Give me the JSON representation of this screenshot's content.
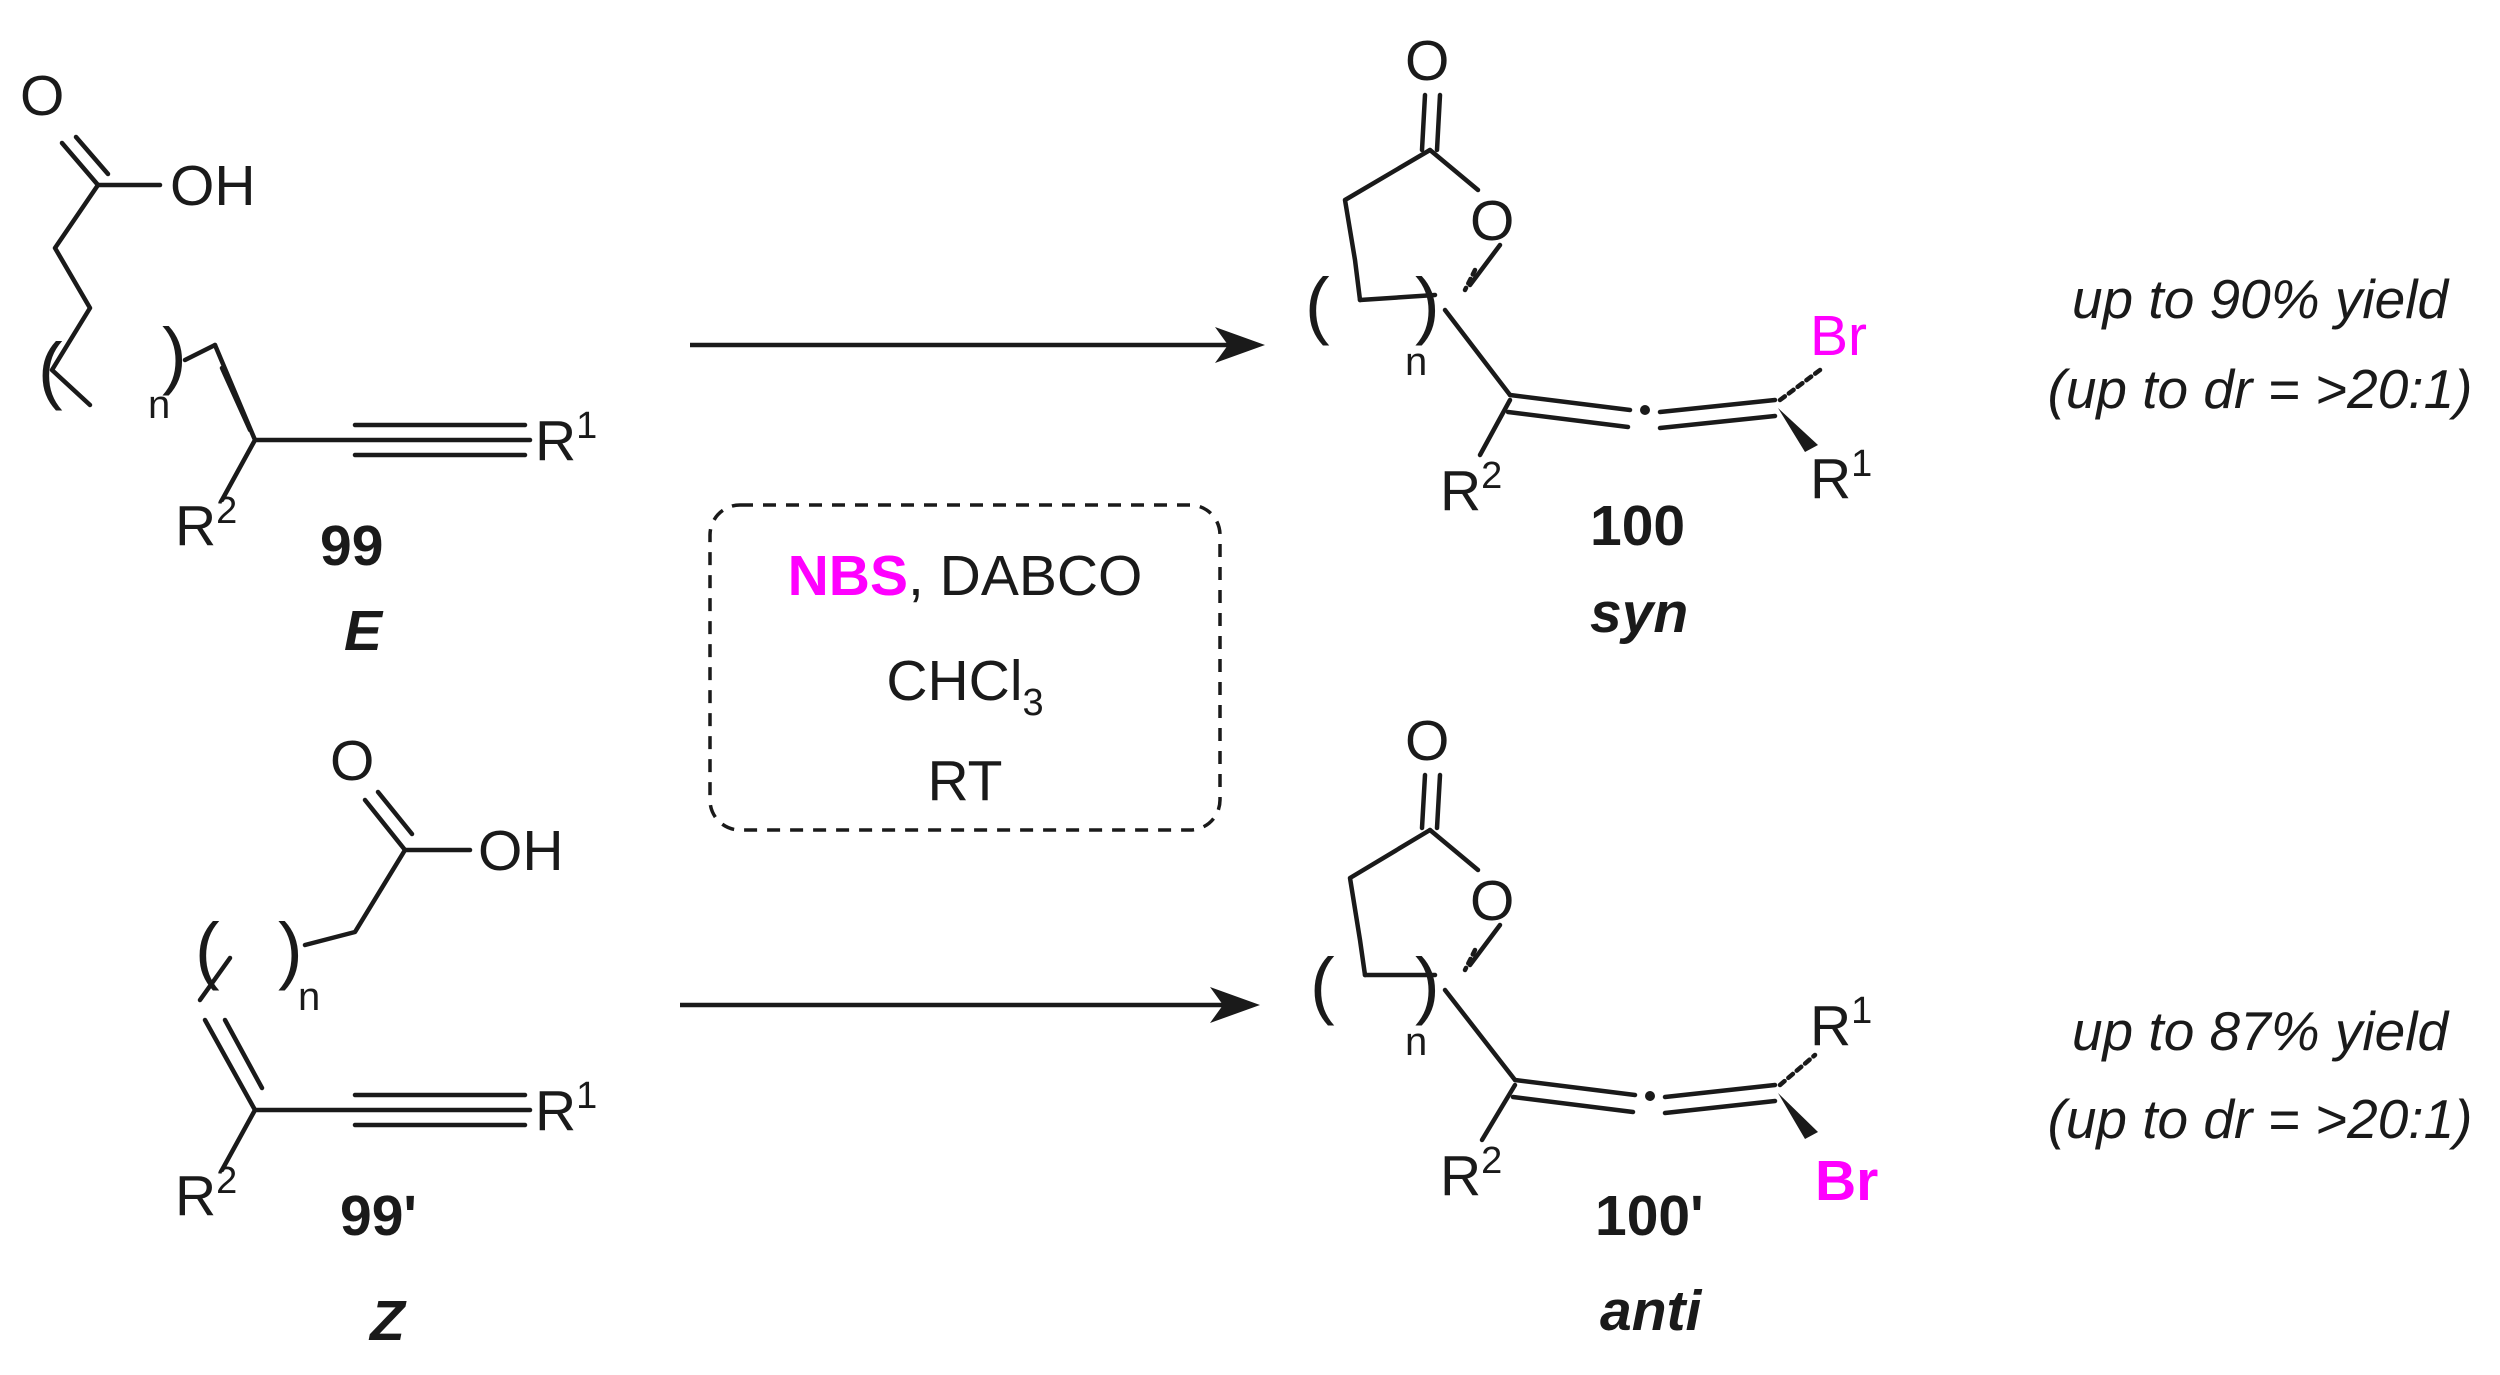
{
  "labels": {
    "O": "O",
    "OH": "OH",
    "R": "R",
    "one": "1",
    "two": "2",
    "n": "n",
    "lparen": "(",
    "rparen": ")",
    "Br": "Br"
  },
  "compounds": {
    "sm_e": "99",
    "sm_e_geom": "E",
    "sm_z": "99'",
    "sm_z_geom": "Z",
    "prod_syn": "100",
    "prod_syn_stereo": "syn",
    "prod_anti": "100'",
    "prod_anti_stereo": "anti"
  },
  "conditions": {
    "nbs": "NBS",
    "rest": ", DABCO",
    "solvent_main": "CHCl",
    "solvent_sub": "3",
    "temp": "RT"
  },
  "results": {
    "top_yield": "up to 90% yield",
    "top_dr": "(up to dr = >20:1)",
    "bottom_yield": "up to 87% yield",
    "bottom_dr": "(up to dr = >20:1)"
  },
  "colors": {
    "highlight": "#ff00ff",
    "ink": "#1a1a1a"
  }
}
